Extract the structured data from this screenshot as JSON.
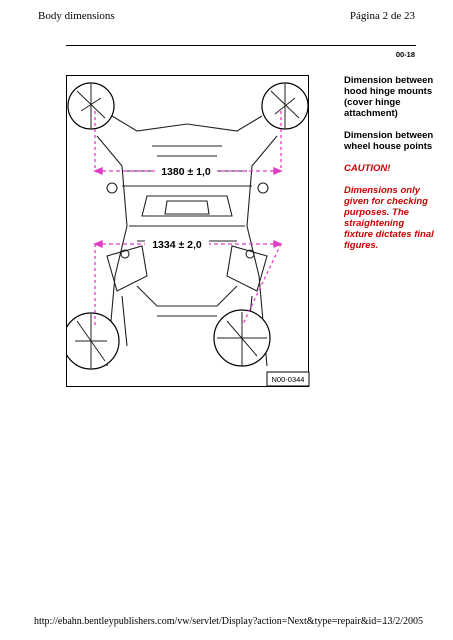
{
  "header": {
    "title": "Body dimensions",
    "page": "Página 2 de 23"
  },
  "page_code": "00-18",
  "figure": {
    "dim_upper": "1380 ± 1,0",
    "dim_lower": "1334 ± 2,0",
    "figure_id": "N00-0344"
  },
  "sidebar": {
    "p1": "Dimension between hood hinge mounts (cover hinge attachment)",
    "p2": "Dimension between wheel house points",
    "caution": "CAUTION!",
    "note": "Dimensions only given for checking purposes. The straightening fixture dictates final figures."
  },
  "footer": {
    "url": "http://ebahn.bentleypublishers.com/vw/servlet/Display?action=Next&type=repair&id=...",
    "date": "13/2/2005"
  }
}
